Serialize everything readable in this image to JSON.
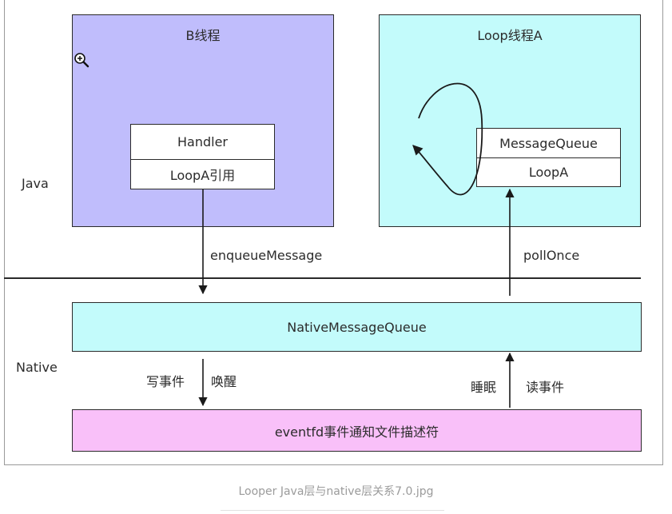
{
  "diagram": {
    "thread_b": {
      "title": "B线程",
      "handler": "Handler",
      "loop_ref": "LoopA引用"
    },
    "thread_a": {
      "title": "Loop线程A",
      "message_queue": "MessageQueue",
      "loop": "LoopA"
    },
    "layers": {
      "java": "Java",
      "native": "Native"
    },
    "native_message_queue": "NativeMessageQueue",
    "eventfd": "eventfd事件通知文件描述符",
    "edges": {
      "enqueue": "enqueueMessage",
      "poll_once": "pollOnce",
      "write_event": "写事件",
      "wake": "唤醒",
      "sleep": "睡眠",
      "read_event": "读事件"
    }
  },
  "caption": "Looper Java层与native层关系7.0.jpg",
  "colors": {
    "thread_b_bg": "#c0bdfc",
    "thread_a_bg": "#c3fbfb",
    "native_queue_bg": "#c3fbfb",
    "eventfd_bg": "#f9c0f9"
  },
  "icons": {
    "cursor": "zoom-in-icon"
  }
}
